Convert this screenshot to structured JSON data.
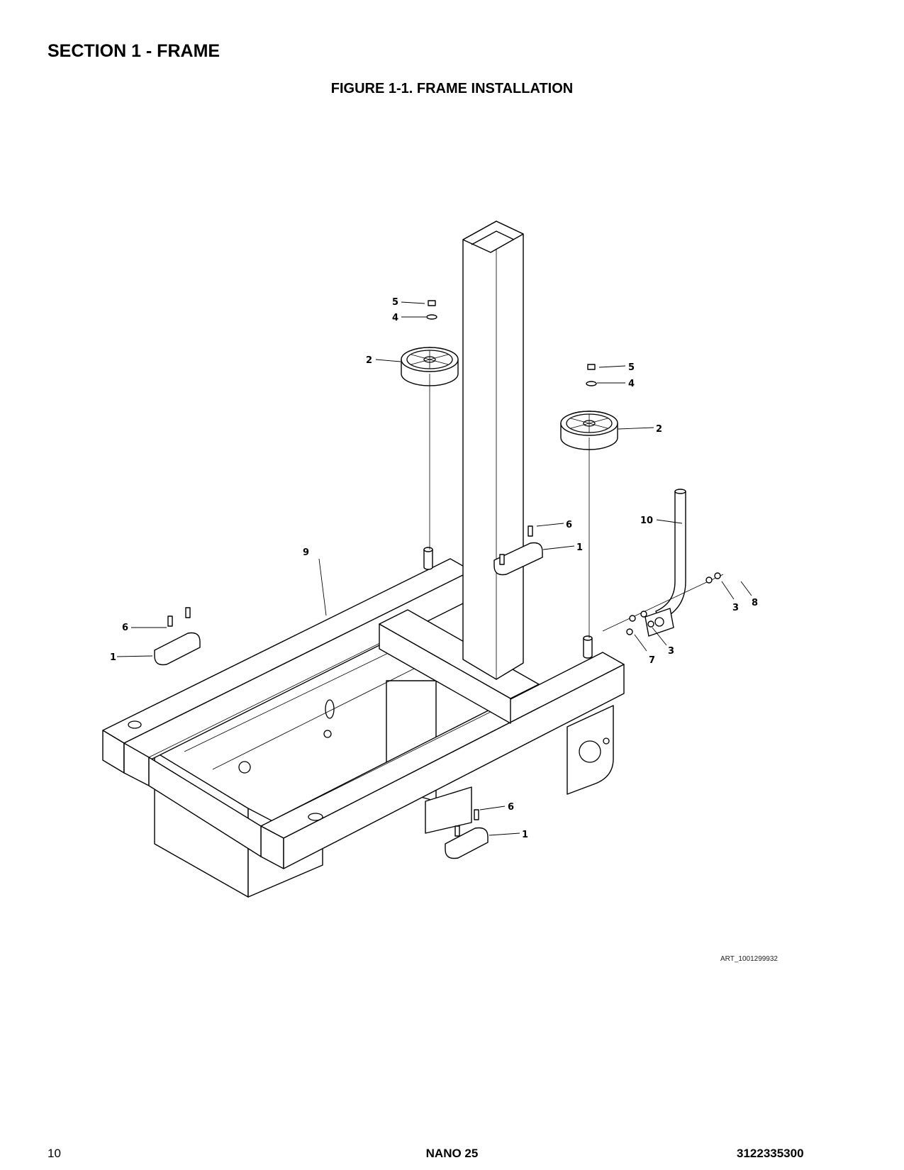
{
  "header": {
    "section_title": "SECTION 1 - FRAME",
    "figure_title": "FIGURE 1-1. FRAME INSTALLATION"
  },
  "figure": {
    "art_id": "ART_1001299932",
    "callouts": [
      "5",
      "4",
      "2",
      "5",
      "4",
      "2",
      "6",
      "10",
      "9",
      "1",
      "6",
      "1",
      "3",
      "8",
      "3",
      "7",
      "6",
      "1"
    ]
  },
  "footer": {
    "page_number": "10",
    "model": "NANO 25",
    "doc_number": "3122335300"
  }
}
